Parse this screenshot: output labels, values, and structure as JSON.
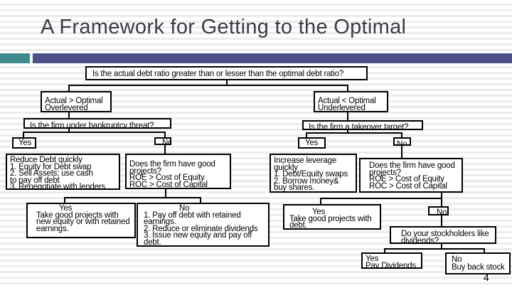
{
  "title": "A Framework for Getting to the Optimal",
  "colors": {
    "accent_teal": "#3f8a8a",
    "accent_purple": "#4f4f8a",
    "title": "#3b3b48"
  },
  "root": "Is the actual debt ratio greater than or lesser than the optimal debt ratio?",
  "left": {
    "state": [
      "Actual > Optimal",
      "Overlevered"
    ],
    "question": "Is the firm under bankruptcy threat?",
    "yes_label": "Yes",
    "no_label": "No",
    "yes_action": [
      "Reduce Debt quickly",
      "1. Equity for Debt swap",
      "2. Sell Assets; use cash",
      "to pay off debt",
      "3. Renegotiate with lenders"
    ],
    "no_question": [
      "Does the firm have good",
      "projects?",
      "ROE > Cost of Equity",
      "ROC > Cost of Capital"
    ],
    "proj_yes": [
      "Yes",
      "Take good projects with",
      "new equity or with retained",
      "earnings."
    ],
    "proj_no": [
      "No",
      "1. Pay off debt with retained",
      "earnings.",
      "2. Reduce or eliminate dividends",
      "3. Issue new equity and pay off",
      "debt."
    ]
  },
  "right": {
    "state": [
      "Actual < Optimal",
      "Underlevered"
    ],
    "question": "Is the firm a takeover target?",
    "yes_label": "Yes",
    "no_label": "No",
    "yes_action": [
      "Increase leverage",
      "quickly",
      "1. Debt/Equity swaps",
      "2. Borrow money&",
      "buy shares."
    ],
    "no_question": [
      "Does the firm have good",
      "projects?",
      "ROE > Cost of Equity",
      "ROC > Cost of Capital"
    ],
    "proj_yes": [
      "Yes",
      "Take good projects with",
      "debt."
    ],
    "proj_no_label": "No",
    "dividend_question": [
      "Do your stockholders like",
      "dividends?"
    ],
    "div_yes": [
      "Yes",
      "Pay Dividends"
    ],
    "div_no": [
      "No",
      "Buy back stock"
    ]
  },
  "page_number": "4"
}
